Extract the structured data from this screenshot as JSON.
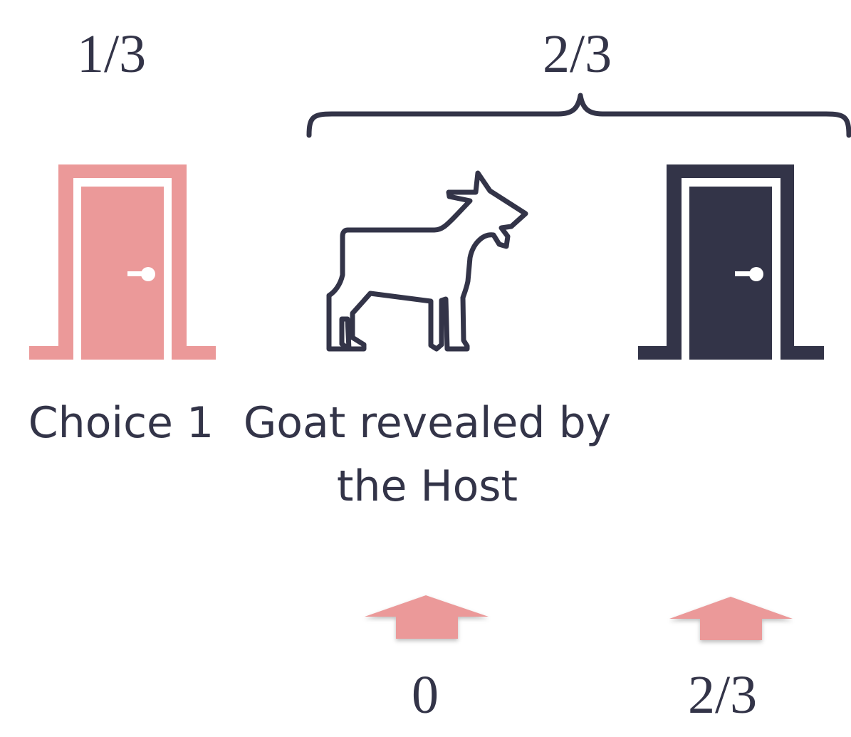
{
  "probabilities": {
    "choice_door": "1/3",
    "other_doors_group": "2/3",
    "goat_door_after_reveal": "0",
    "remaining_door_after_reveal": "2/3"
  },
  "labels": {
    "choice": "Choice 1",
    "goat_line1": "Goat revealed by",
    "goat_line2": "the Host"
  },
  "colors": {
    "pink": "#EB9999",
    "navy": "#333448",
    "background": "#FFFFFF"
  },
  "icons": [
    "door-open-icon",
    "goat-icon",
    "door-icon",
    "up-arrow-icon"
  ]
}
